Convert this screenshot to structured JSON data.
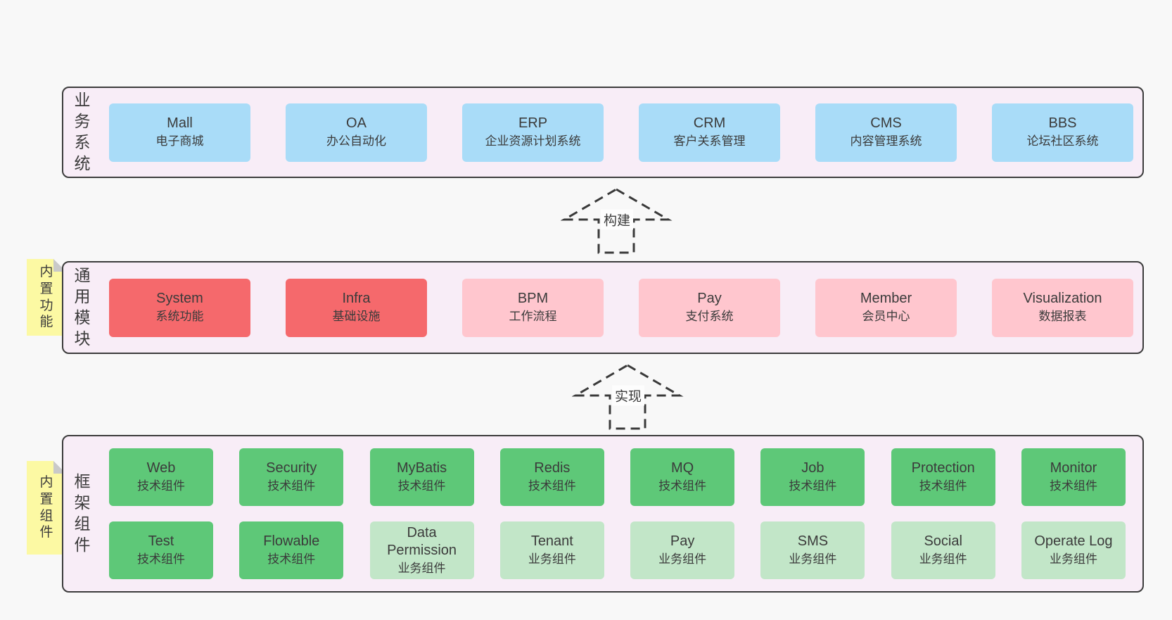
{
  "colors": {
    "page_bg": "#f8f8f8",
    "band_bg": "#f8edf7",
    "band_border": "#3c3c3c",
    "blue": "#a9dcf8",
    "red": "#f5696c",
    "pink": "#ffc6ce",
    "green_dark": "#5ec878",
    "green_light": "#c2e6c8",
    "note_yellow": "#fcf9a3",
    "note_fold": "#c9c9c9",
    "text": "#3b3b3b",
    "arrow": "#3a3a3a",
    "arrow_label_bg": "#fdfdfd"
  },
  "bands": [
    {
      "label": "业务系统",
      "boxes": [
        {
          "name": "Mall",
          "desc": "电子商城"
        },
        {
          "name": "OA",
          "desc": "办公自动化"
        },
        {
          "name": "ERP",
          "desc": "企业资源计划系统"
        },
        {
          "name": "CRM",
          "desc": "客户关系管理"
        },
        {
          "name": "CMS",
          "desc": "内容管理系统"
        },
        {
          "name": "BBS",
          "desc": "论坛社区系统"
        }
      ]
    },
    {
      "label": "通用模块",
      "note": "内置功能",
      "boxes": [
        {
          "name": "System",
          "desc": "系统功能"
        },
        {
          "name": "Infra",
          "desc": "基础设施"
        },
        {
          "name": "BPM",
          "desc": "工作流程"
        },
        {
          "name": "Pay",
          "desc": "支付系统"
        },
        {
          "name": "Member",
          "desc": "会员中心"
        },
        {
          "name": "Visualization",
          "desc": "数据报表"
        }
      ]
    },
    {
      "label": "框架组件",
      "note": "内置组件",
      "rows": [
        [
          {
            "name": "Web",
            "desc": "技术组件"
          },
          {
            "name": "Security",
            "desc": "技术组件"
          },
          {
            "name": "MyBatis",
            "desc": "技术组件"
          },
          {
            "name": "Redis",
            "desc": "技术组件"
          },
          {
            "name": "MQ",
            "desc": "技术组件"
          },
          {
            "name": "Job",
            "desc": "技术组件"
          },
          {
            "name": "Protection",
            "desc": "技术组件"
          },
          {
            "name": "Monitor",
            "desc": "技术组件"
          }
        ],
        [
          {
            "name": "Test",
            "desc": "技术组件"
          },
          {
            "name": "Flowable",
            "desc": "技术组件"
          },
          {
            "name": "Data Permission",
            "desc": "业务组件"
          },
          {
            "name": "Tenant",
            "desc": "业务组件"
          },
          {
            "name": "Pay",
            "desc": "业务组件"
          },
          {
            "name": "SMS",
            "desc": "业务组件"
          },
          {
            "name": "Social",
            "desc": "业务组件"
          },
          {
            "name": "Operate Log",
            "desc": "业务组件"
          }
        ]
      ]
    }
  ],
  "arrows": [
    {
      "label": "构建"
    },
    {
      "label": "实现"
    }
  ]
}
